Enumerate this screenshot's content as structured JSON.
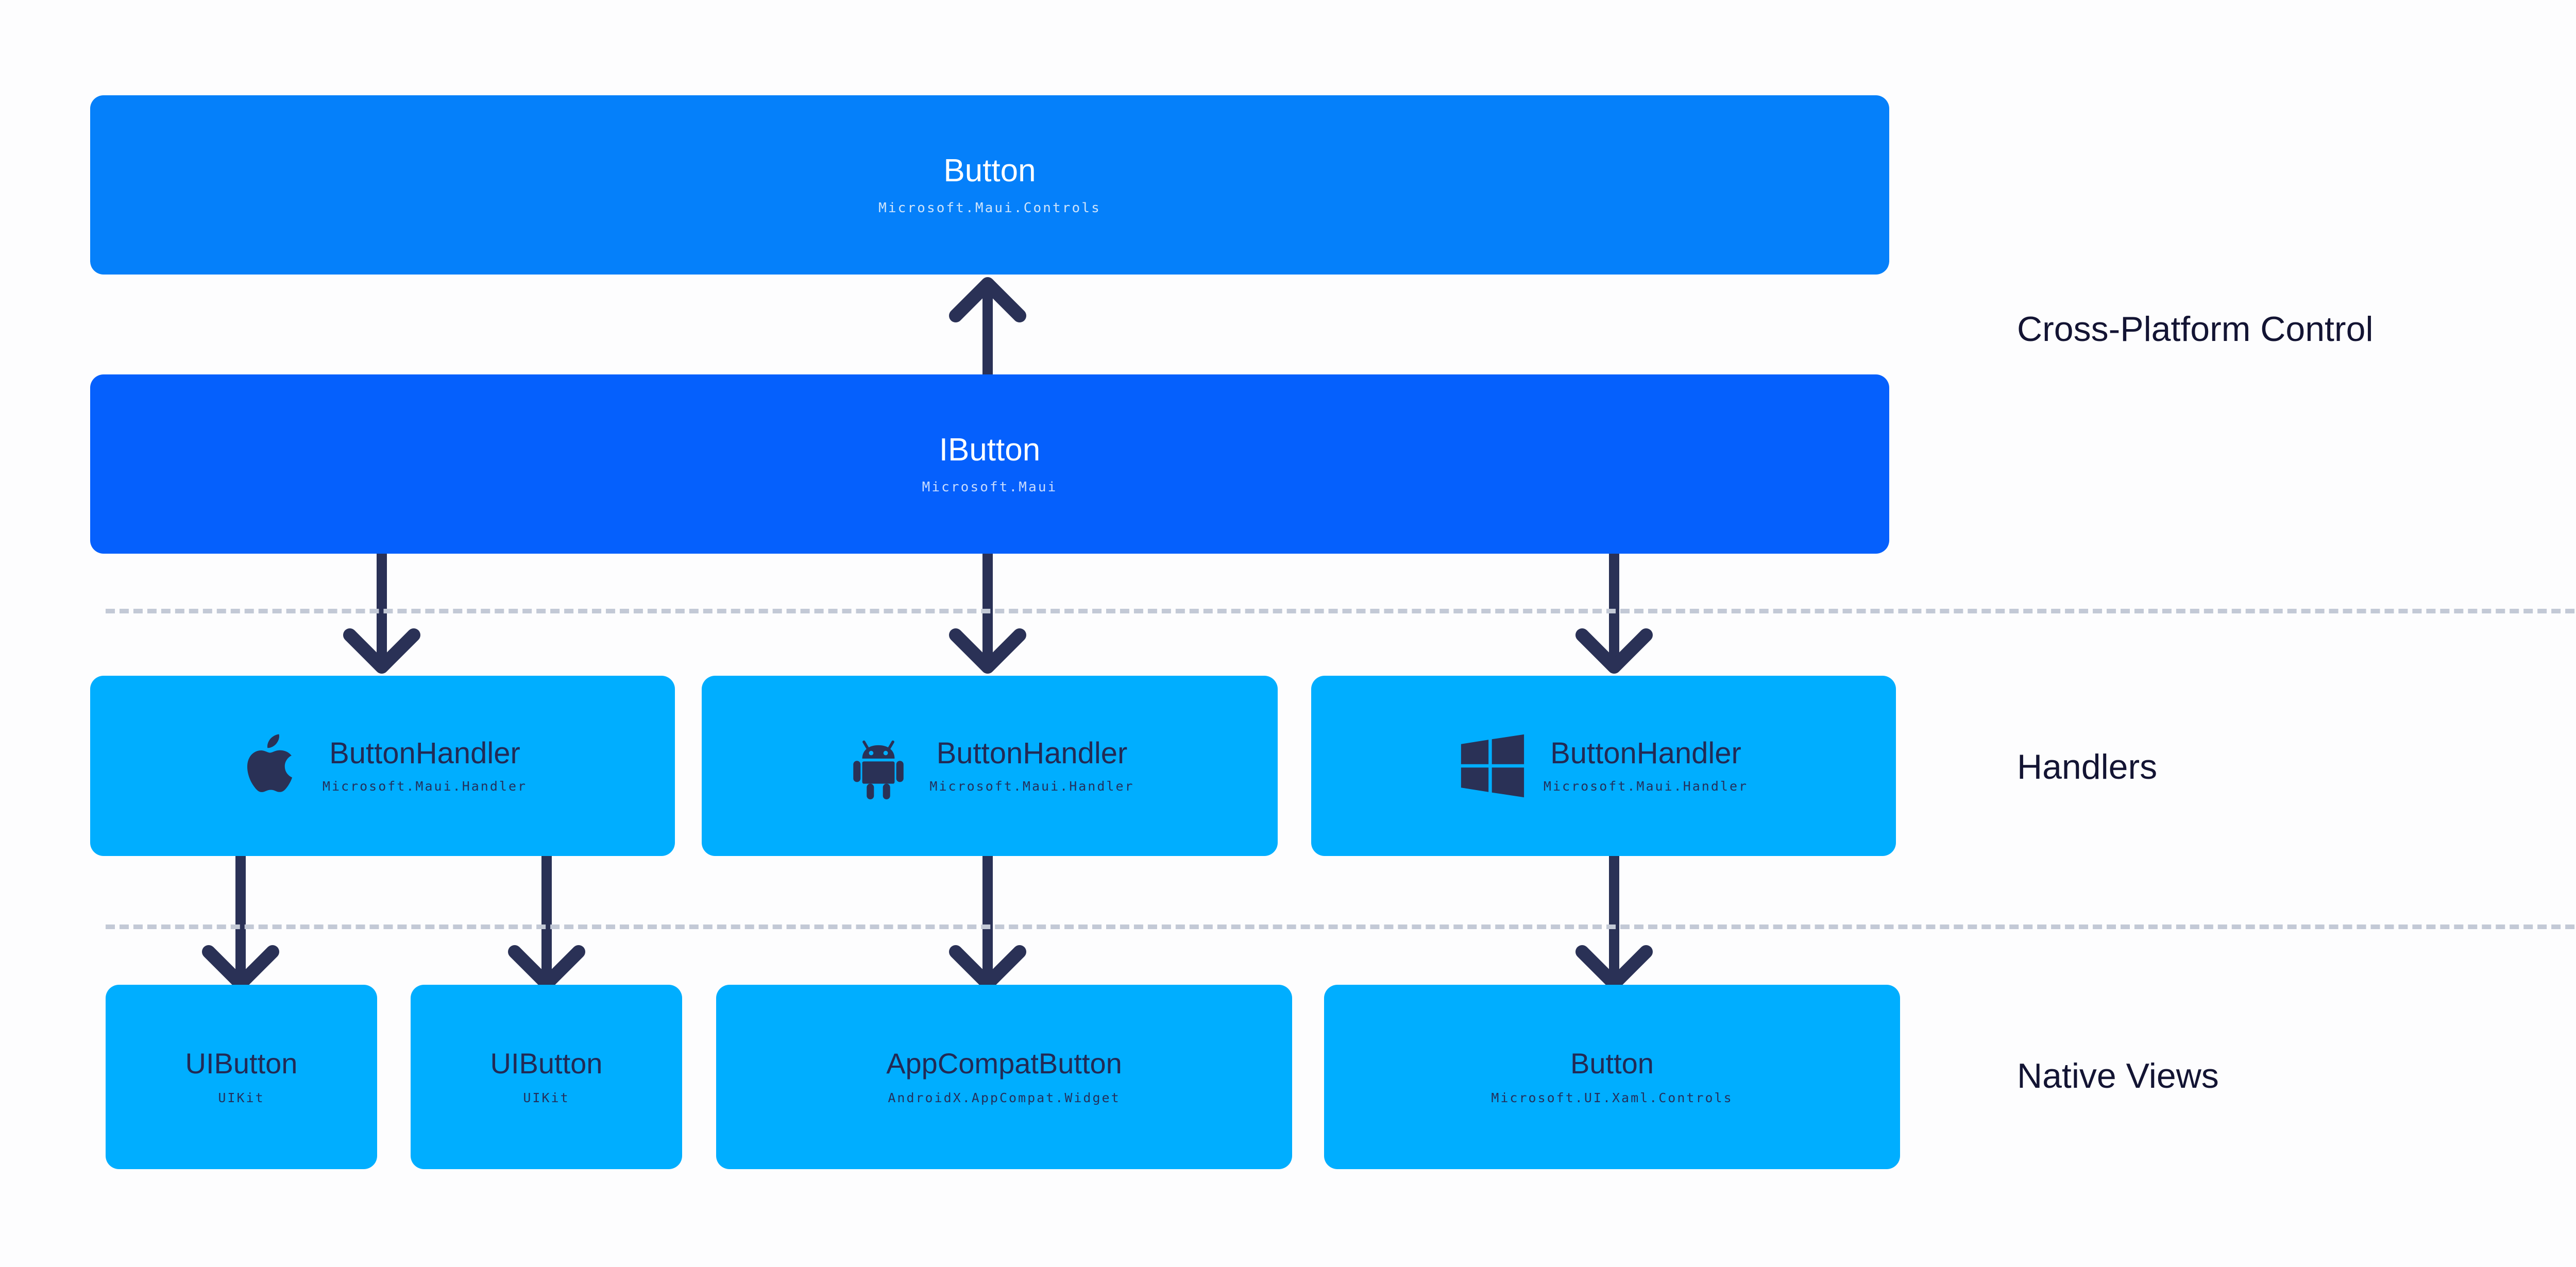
{
  "diagram": {
    "title_semantic": "maui-button-handler-architecture",
    "colors": {
      "background": "#fdfdfe",
      "control_blue": "#0580fa",
      "interface_blue": "#0560fd",
      "handler_cyan": "#00aeff",
      "native_cyan": "#00aeff",
      "arrow_navy": "#2a3156",
      "divider_gray": "#c3c9d6",
      "label_navy": "#131433",
      "light_text": "#cfe4fb"
    }
  },
  "tiers": [
    {
      "label": "Cross-Platform Control"
    },
    {
      "label": "Handlers"
    },
    {
      "label": "Native Views"
    }
  ],
  "control": {
    "title": "Button",
    "subtitle": "Microsoft.Maui.Controls"
  },
  "interface": {
    "title": "IButton",
    "subtitle": "Microsoft.Maui"
  },
  "handlers": [
    {
      "icon": "apple-icon",
      "title": "ButtonHandler",
      "subtitle": "Microsoft.Maui.Handler"
    },
    {
      "icon": "android-icon",
      "title": "ButtonHandler",
      "subtitle": "Microsoft.Maui.Handler"
    },
    {
      "icon": "windows-icon",
      "title": "ButtonHandler",
      "subtitle": "Microsoft.Maui.Handler"
    }
  ],
  "native_views": [
    {
      "title": "UIButton",
      "subtitle": "UIKit"
    },
    {
      "title": "UIButton",
      "subtitle": "UIKit"
    },
    {
      "title": "AppCompatButton",
      "subtitle": "AndroidX.AppCompat.Widget"
    },
    {
      "title": "Button",
      "subtitle": "Microsoft.UI.Xaml.Controls"
    }
  ]
}
